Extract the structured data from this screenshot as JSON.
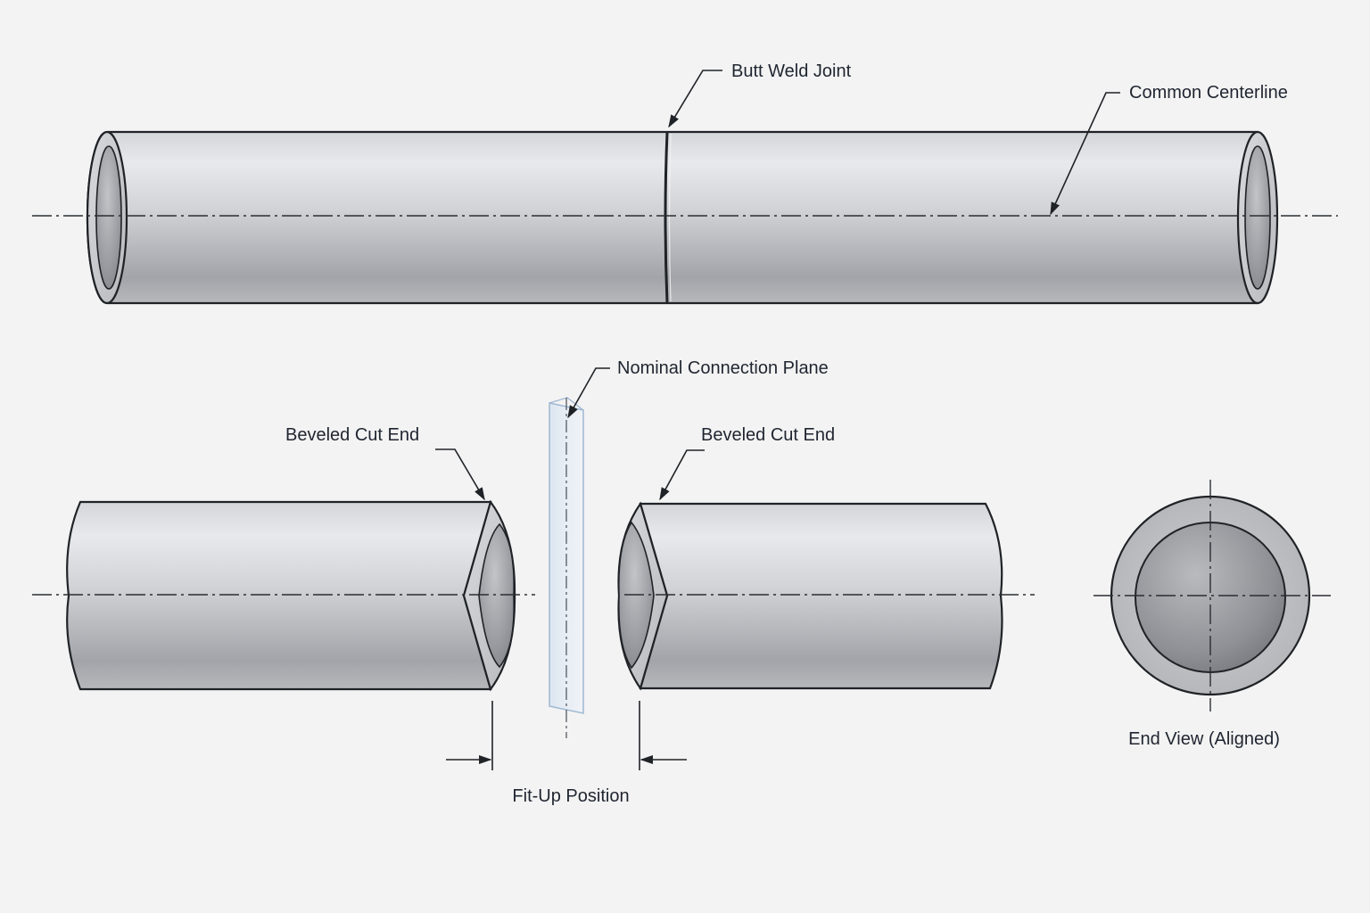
{
  "labels": {
    "butt_weld_joint": "Butt Weld Joint",
    "common_centerline": "Common Centerline",
    "nominal_connection_plane": "Nominal Connection Plane",
    "beveled_cut_end_left": "Beveled Cut End",
    "beveled_cut_end_right": "Beveled Cut End",
    "end_view": "End View (Aligned)",
    "fit_up_position": "Fit-Up Position"
  },
  "colors": {
    "background": "#f3f3f3",
    "pipe_light": "#e6e7ea",
    "pipe_mid": "#c9cacf",
    "pipe_dark": "#8f9196",
    "outline": "#1f2226",
    "plane_fill": "#dbe6f3",
    "plane_edge": "#9fb7d3",
    "text": "#1f2530"
  }
}
